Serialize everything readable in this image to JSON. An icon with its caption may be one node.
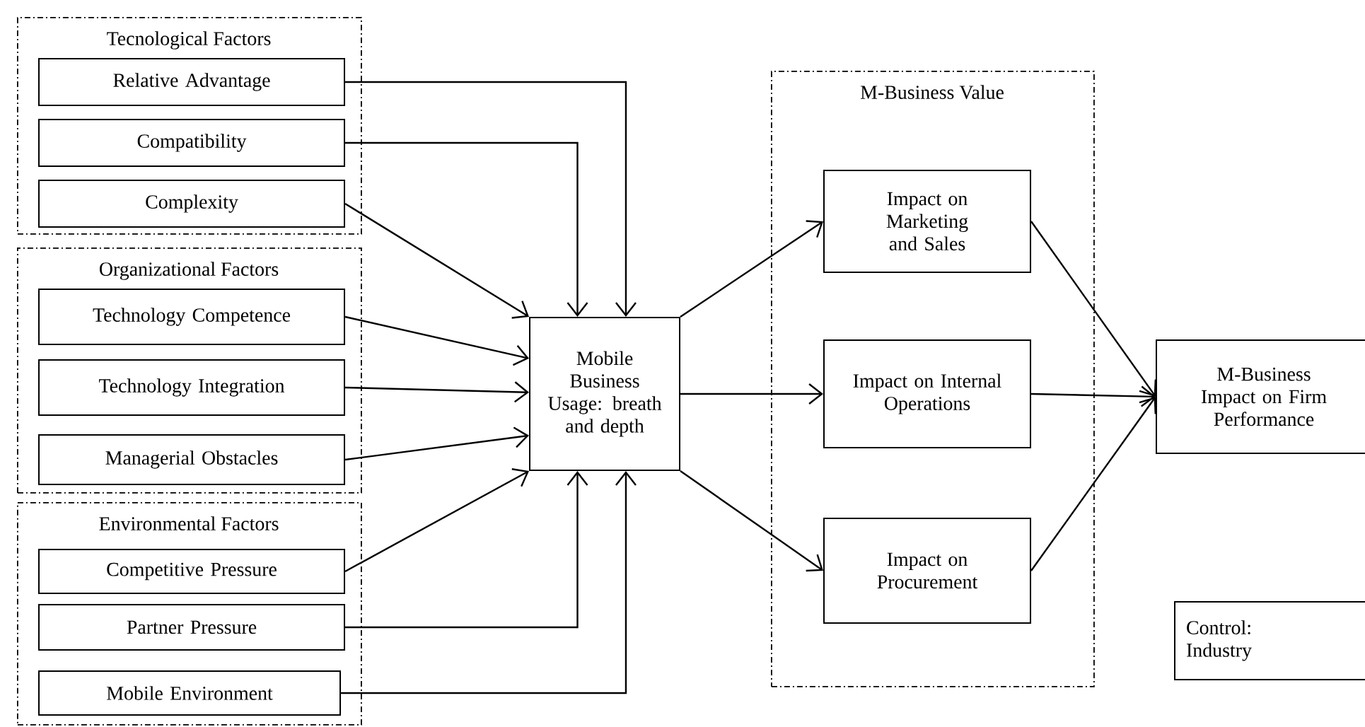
{
  "diagram": {
    "nodes": [
      {
        "text": [
          "Tecnological Factors"
        ]
      },
      {
        "text": [
          "Relative Advantage"
        ],
        "in": 0
      },
      {
        "text": [
          "Compatibility"
        ],
        "in": 0
      },
      {
        "text": [
          "Complexity"
        ],
        "in": 0
      },
      {
        "text": [
          "Organizational Factors"
        ]
      },
      {
        "text": [
          "Technology Competence"
        ],
        "in": 4
      },
      {
        "text": [
          "Technology Integration"
        ],
        "in": 4
      },
      {
        "text": [
          "Managerial Obstacles"
        ],
        "in": 4
      },
      {
        "text": [
          "Environmental Factors"
        ]
      },
      {
        "text": [
          "Competitive Pressure"
        ],
        "in": 8
      },
      {
        "text": [
          "Partner Pressure"
        ],
        "in": 8
      },
      {
        "text": [
          "Mobile Environment"
        ],
        "in": 8
      },
      {
        "text": [
          "Mobile Business Usage: breath and depth"
        ]
      },
      {
        "text": [
          "M-Business Value"
        ]
      },
      {
        "text": [
          "Impact on Marketing and Sales"
        ],
        "in": 13
      },
      {
        "text": [
          "Impact on Internal Operations"
        ],
        "in": 13
      },
      {
        "text": [
          "Impact on Procurement"
        ],
        "in": 13
      },
      {
        "text": [
          "M-Business Impact on Firm Performance"
        ]
      },
      {
        "text": [
          "Control: Industry"
        ]
      }
    ],
    "edges": [
      {
        "from": 1,
        "to": 12,
        "arrow": "to"
      },
      {
        "from": 2,
        "to": 12,
        "arrow": "to"
      },
      {
        "from": 3,
        "to": 12,
        "arrow": "to"
      },
      {
        "from": 5,
        "to": 12,
        "arrow": "to"
      },
      {
        "from": 6,
        "to": 12,
        "arrow": "to"
      },
      {
        "from": 7,
        "to": 12,
        "arrow": "to"
      },
      {
        "from": 9,
        "to": 12,
        "arrow": "to"
      },
      {
        "from": 10,
        "to": 12,
        "arrow": "to"
      },
      {
        "from": 11,
        "to": 12,
        "arrow": "to"
      },
      {
        "from": 12,
        "to": 14,
        "arrow": "to"
      },
      {
        "from": 12,
        "to": 15,
        "arrow": "to"
      },
      {
        "from": 12,
        "to": 16,
        "arrow": "to"
      },
      {
        "from": 14,
        "to": 17,
        "arrow": "to"
      },
      {
        "from": 15,
        "to": 17,
        "arrow": "to"
      },
      {
        "from": 16,
        "to": 17,
        "arrow": "to"
      }
    ]
  }
}
